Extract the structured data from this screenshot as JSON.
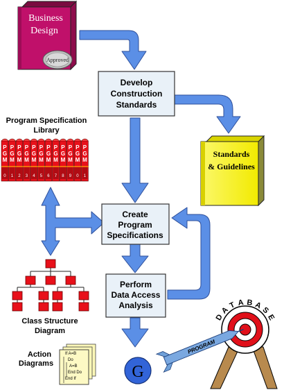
{
  "business_design": {
    "line1": "Business",
    "line2": "Design",
    "seal": "Approved"
  },
  "develop_box": {
    "line1": "Develop",
    "line2": "Construction",
    "line3": "Standards"
  },
  "standards_book": {
    "line1": "Standards",
    "line2": "& Guidelines"
  },
  "library": {
    "line1": "Program Specification",
    "line2": "Library",
    "spine_letters": [
      "P",
      "G",
      "M"
    ],
    "spine_numbers": [
      "0",
      "1",
      "2",
      "3",
      "4",
      "5",
      "6",
      "7",
      "8",
      "9",
      "0",
      "1"
    ]
  },
  "create_box": {
    "line1": "Create",
    "line2": "Program",
    "line3": "Specifications"
  },
  "perform_box": {
    "line1": "Perform",
    "line2": "Data Access",
    "line3": "Analysis"
  },
  "class_diagram": {
    "line1": "Class Structure",
    "line2": "Diagram"
  },
  "action_diagrams": {
    "line1": "Action",
    "line2": "Diagrams",
    "code": [
      "If A=B",
      "Do",
      "A=B",
      "End Do",
      "End If"
    ]
  },
  "g_symbol": "G",
  "target": {
    "letters": [
      "D",
      "A",
      "T",
      "A",
      "B",
      "A",
      "S",
      "E"
    ],
    "dart_label": "PROGRAM"
  },
  "colors": {
    "arrow_blue": "#5b8fe6",
    "box_fill": "#e9f1f8",
    "book_magenta": "#c0106a",
    "book_yellow": "#f7f200",
    "library_red": "#e8101a",
    "tree_red": "#e8101a",
    "target_red": "#e0101a"
  }
}
